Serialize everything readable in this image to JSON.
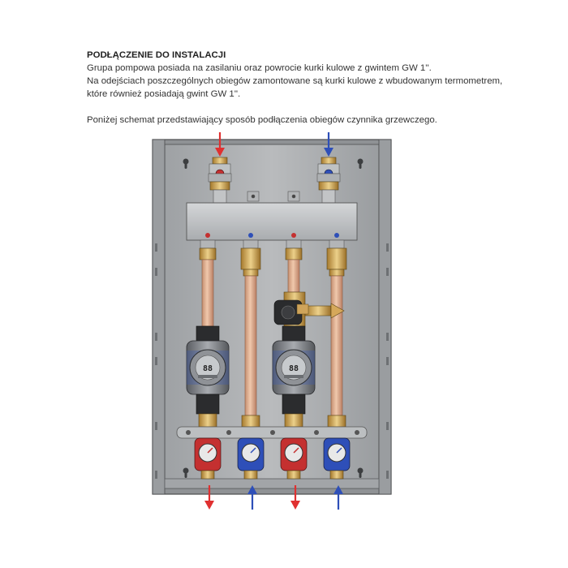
{
  "document": {
    "heading": "PODŁĄCZENIE DO INSTALACJI",
    "lines": [
      "Grupa pompowa posiada na zasilaniu oraz powrocie kurki kulowe z gwintem GW 1''.",
      "Na odejściach poszczególnych obiegów zamontowane są kurki kulowe z wbudowanym termometrem,",
      "które również posiadają gwint GW 1''."
    ],
    "note": "Poniżej schemat przedstawiający sposób podłączenia obiegów czynnika grzewczego."
  },
  "diagram": {
    "pump_display": "88",
    "colors": {
      "supply": "#e03030",
      "return": "#2e4fb8",
      "cabinet": "#b4b6b8",
      "copper": "#d9a98a",
      "brass": "#c9a24a"
    }
  }
}
